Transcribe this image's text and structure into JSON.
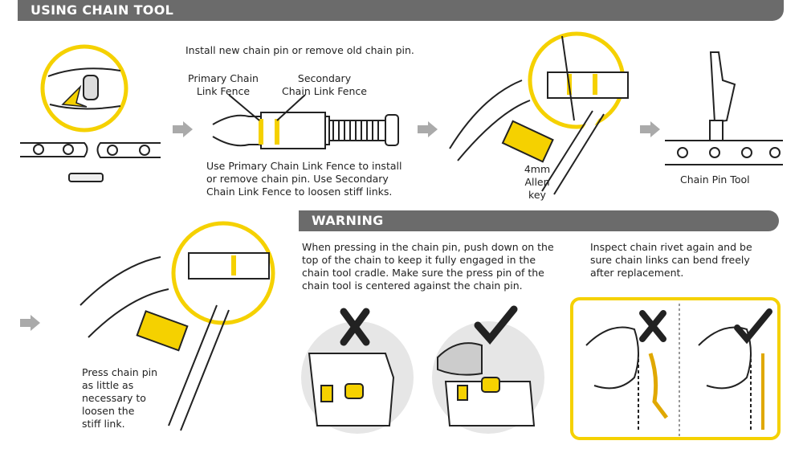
{
  "header": {
    "title": "USING CHAIN TOOL"
  },
  "warning": {
    "title": "WARNING"
  },
  "step2": {
    "instruction": "Install new chain pin or remove old chain pin.",
    "primary_label": "Primary Chain\nLink Fence",
    "secondary_label": "Secondary\nChain Link Fence",
    "note": "Use Primary Chain Link Fence to install\nor remove chain pin.  Use Secondary\nChain Link Fence to loosen stiff links."
  },
  "step3": {
    "allen_label": "4mm\nAllen\nkey"
  },
  "step4": {
    "label": "Chain Pin Tool"
  },
  "step5": {
    "note": "Press chain pin\nas little as\nnecessary to\nloosen the\nstiff link."
  },
  "warning_text": "When pressing in the chain pin, push down on the\ntop of the chain to keep it fully engaged in the\nchain tool cradle. Make sure the press pin of the\nchain tool is centered against the chain pin.",
  "inspect_text": "Inspect chain rivet again and be\nsure chain links can bend freely\nafter replacement.",
  "colors": {
    "band": "#6b6b6b",
    "accent_yellow": "#f5d100",
    "line": "#222222"
  }
}
